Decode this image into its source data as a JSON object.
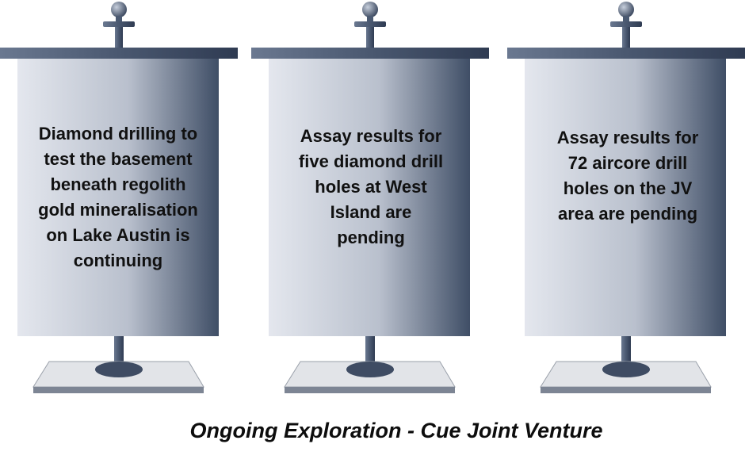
{
  "banners": [
    {
      "text": "Diamond drilling to test the basement beneath regolith gold mineralisation on Lake Austin is continuing"
    },
    {
      "text": "Assay results for five diamond drill holes at West Island are pending"
    },
    {
      "text": "Assay results for 72 aircore drill holes on the JV area are pending"
    }
  ],
  "caption": "Ongoing Exploration - Cue Joint Venture",
  "colors": {
    "banner_light": "#dfe3ec",
    "banner_dark": "#3f4e66",
    "pole": "#4b5a72",
    "base_plate": "#d9dbe0"
  }
}
